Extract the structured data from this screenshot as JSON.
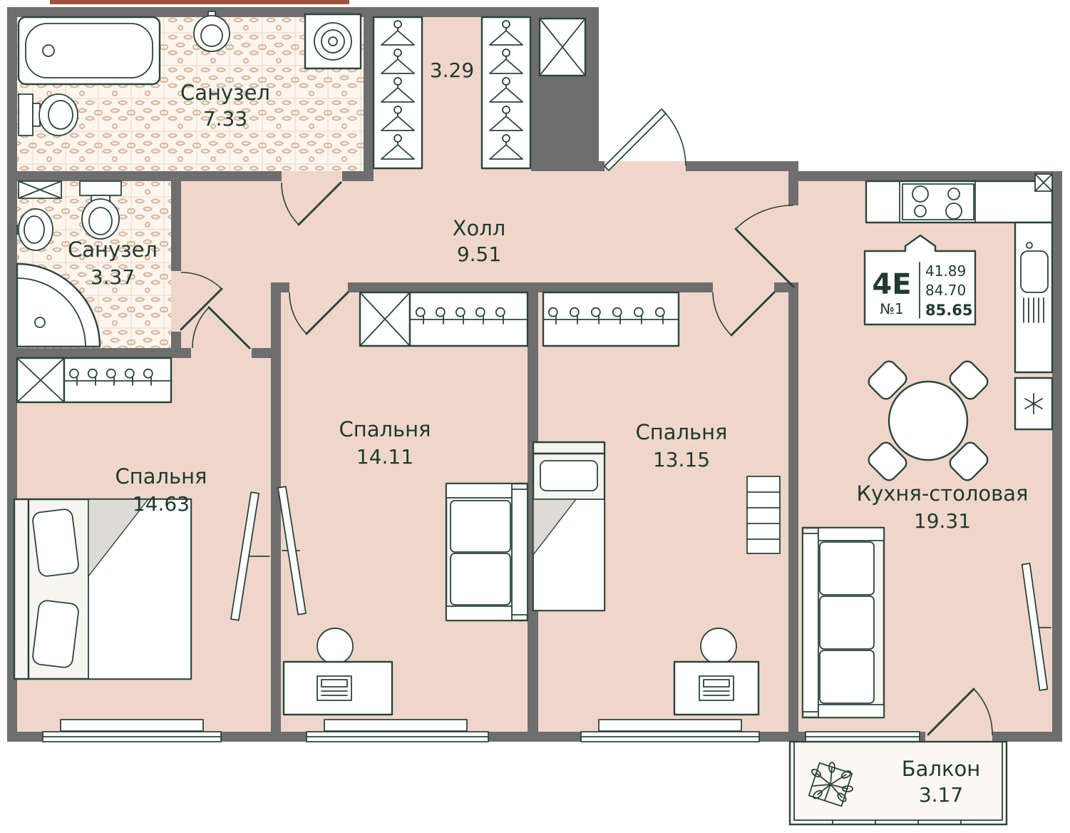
{
  "unit_badge": {
    "type": "4Е",
    "number": "№1",
    "area_living": "41.89",
    "area_main": "84.70",
    "area_total": "85.65"
  },
  "rooms": {
    "bathroom_large": {
      "label": "Санузел",
      "area": "7.33"
    },
    "bathroom_small": {
      "label": "Санузел",
      "area": "3.37"
    },
    "closet": {
      "area": "3.29"
    },
    "hall": {
      "label": "Холл",
      "area": "9.51"
    },
    "bedroom_left": {
      "label": "Спальня",
      "area": "14.63"
    },
    "bedroom_middle": {
      "label": "Спальня",
      "area": "14.11"
    },
    "bedroom_right": {
      "label": "Спальня",
      "area": "13.15"
    },
    "kitchen_dining": {
      "label": "Кухня-столовая",
      "area": "19.31"
    },
    "balcony": {
      "label": "Балкон",
      "area": "3.17"
    }
  },
  "colors": {
    "wall": "#6e6e6e",
    "floor": "#f0d6ca",
    "tile_base": "#fcf6ee",
    "tile_motif": "#d5ae94",
    "line": "#2a453c",
    "text": "#1f3a30",
    "accent": "#a0523d",
    "paper": "#ffffff"
  }
}
